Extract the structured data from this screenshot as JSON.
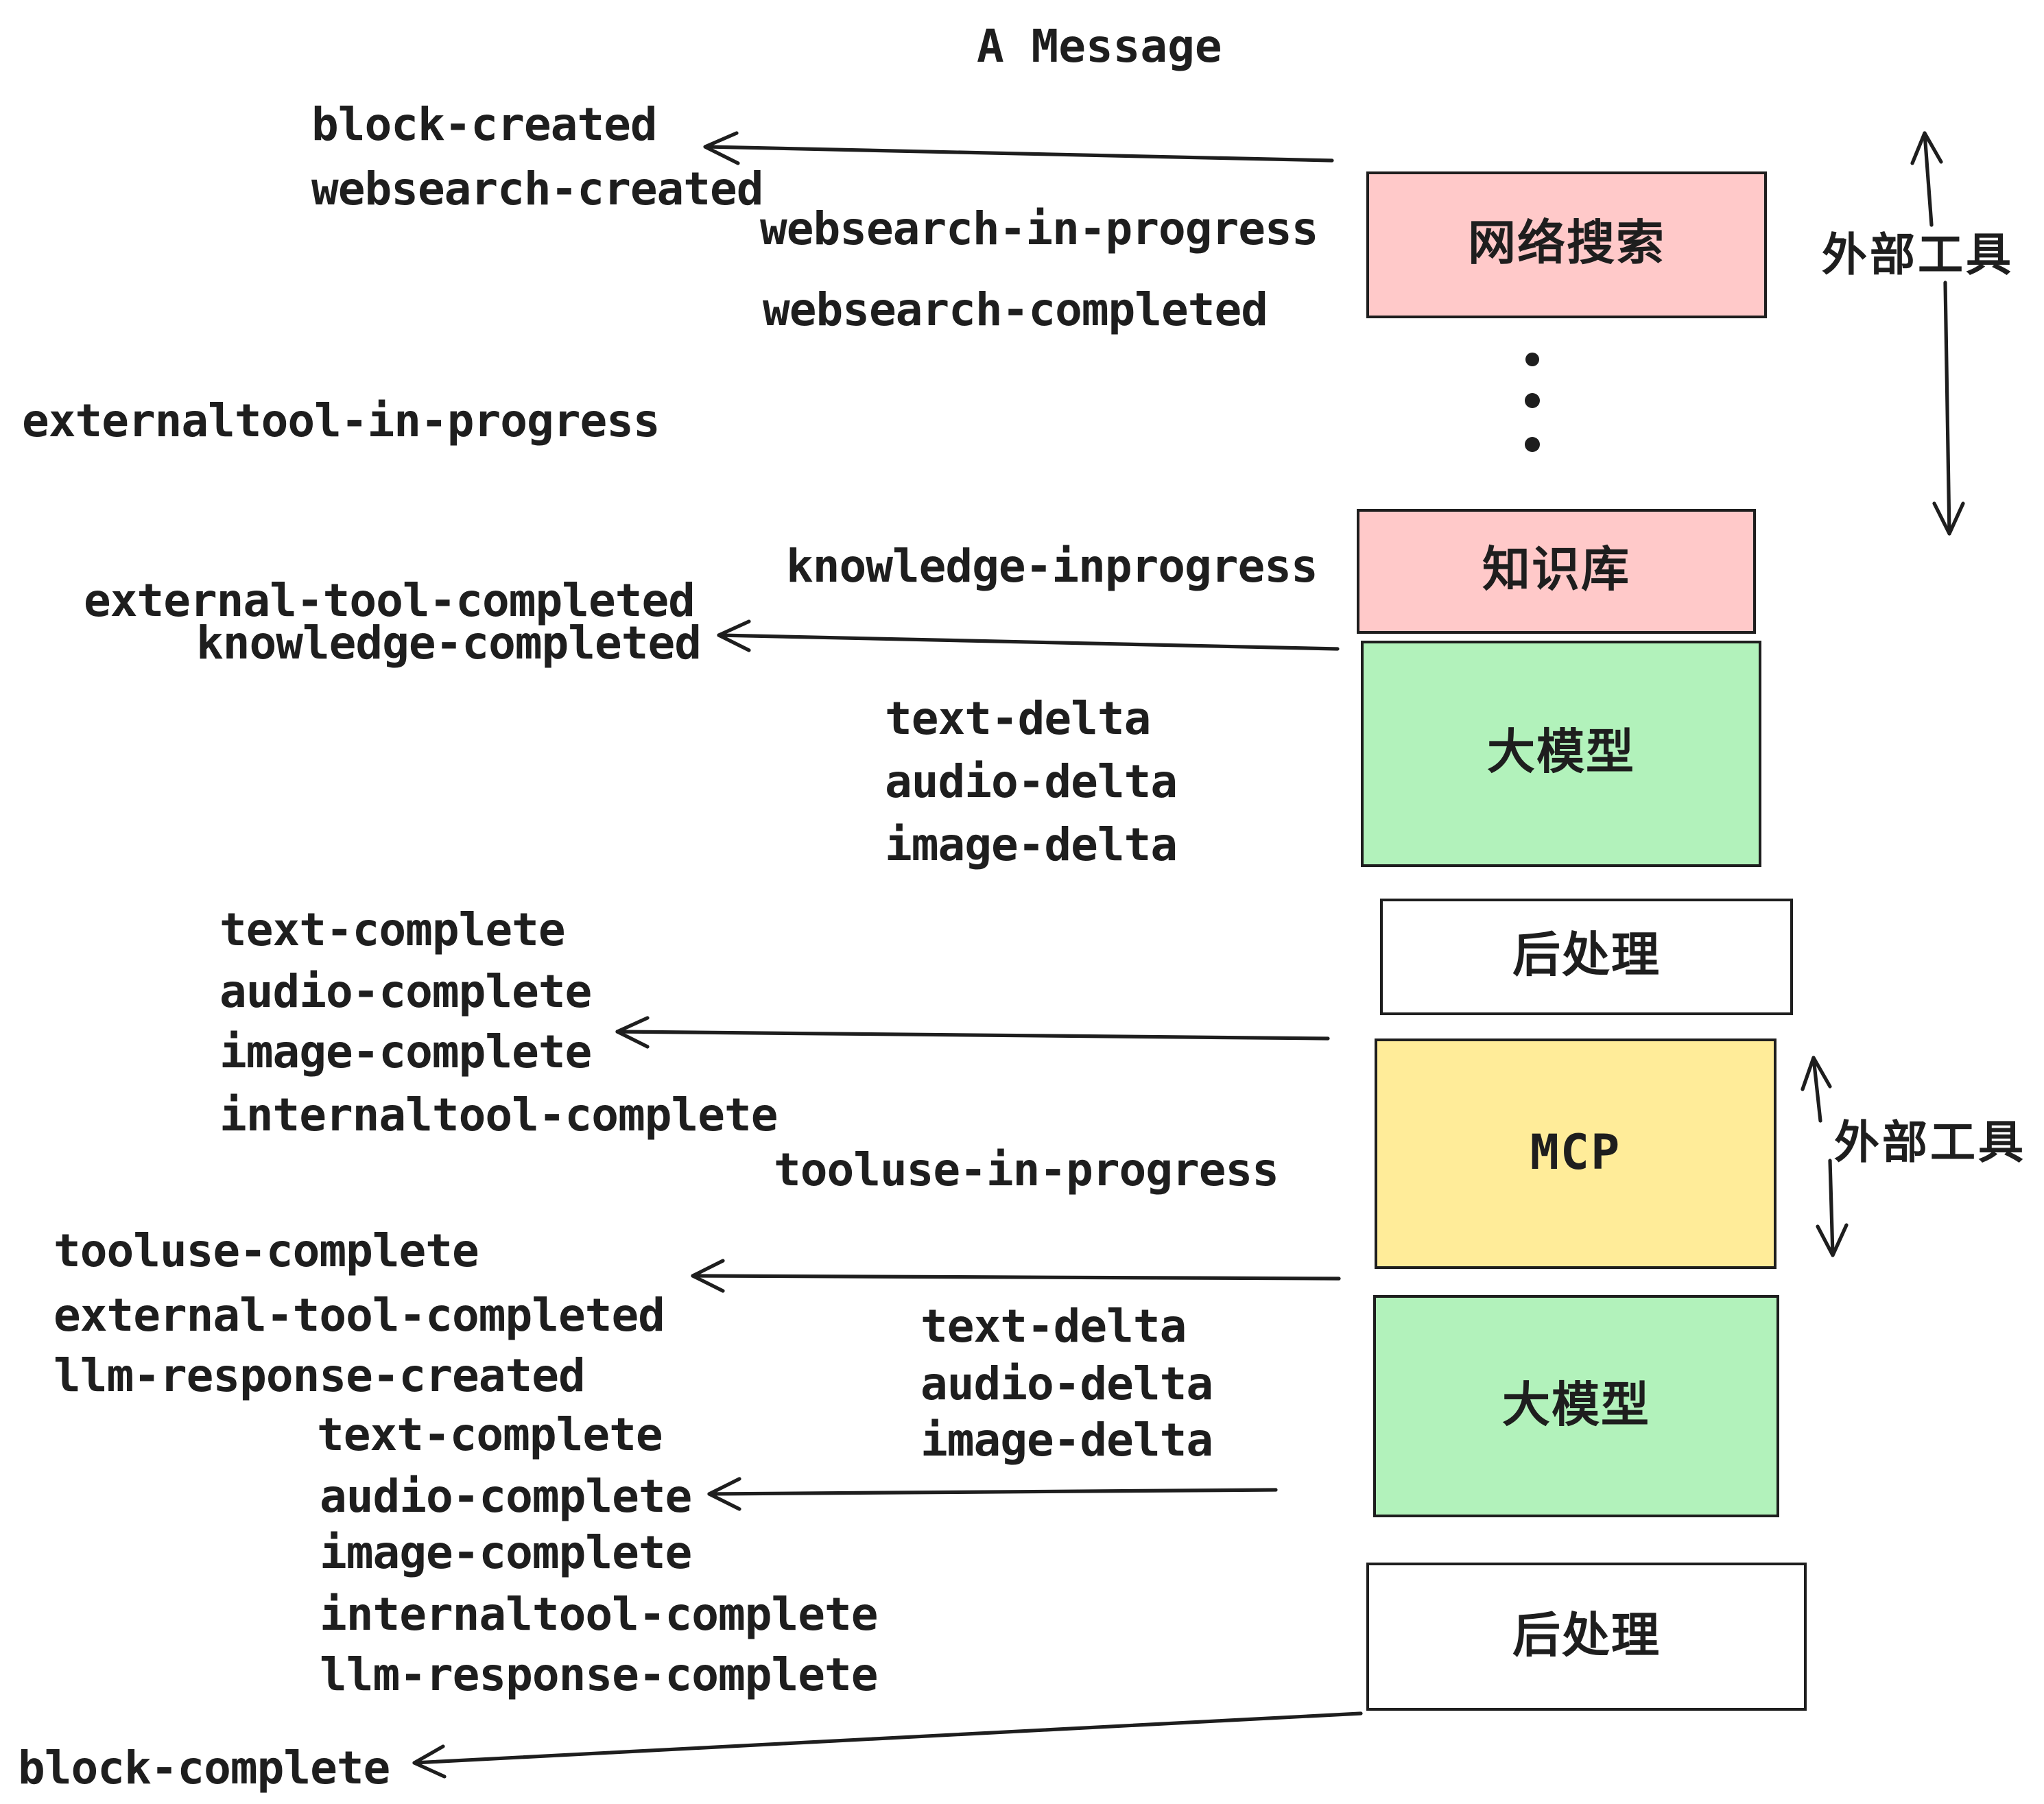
{
  "title": "A Message",
  "labels": {
    "title": "A Message",
    "block_created": "block-created",
    "websearch_created": "websearch-created",
    "websearch_in_progress": "websearch-in-progress",
    "websearch_completed": "websearch-completed",
    "externaltool_in_progress": "externaltool-in-progress",
    "knowledge_inprogress": "knowledge-inprogress",
    "external_tool_completed": "external-tool-completed",
    "knowledge_completed": "knowledge-completed",
    "text_delta": "text-delta",
    "audio_delta": "audio-delta",
    "image_delta": "image-delta",
    "text_complete": "text-complete",
    "audio_complete": "audio-complete",
    "image_complete": "image-complete",
    "internaltool_complete": "internaltool-complete",
    "tooluse_in_progress": "tooluse-in-progress",
    "tooluse_complete": "tooluse-complete",
    "llm_response_created": "llm-response-created",
    "llm_response_complete": "llm-response-complete",
    "block_complete": "block-complete",
    "external_tool": "外部工具"
  },
  "boxes": {
    "websearch": "网络搜索",
    "knowledge": "知识库",
    "llm": "大模型",
    "postprocess": "后处理",
    "mcp": "MCP"
  },
  "icons": {
    "left_arrow": "arrow pointing left",
    "up_arrow": "arrow pointing up",
    "down_arrow": "arrow pointing down",
    "vertical_ellipsis": "three vertical dots"
  },
  "colors": {
    "pink": "#ffc9c9",
    "green": "#b2f2bb",
    "yellow": "#ffec99",
    "stroke": "#1e1e1e",
    "background": "#ffffff"
  }
}
